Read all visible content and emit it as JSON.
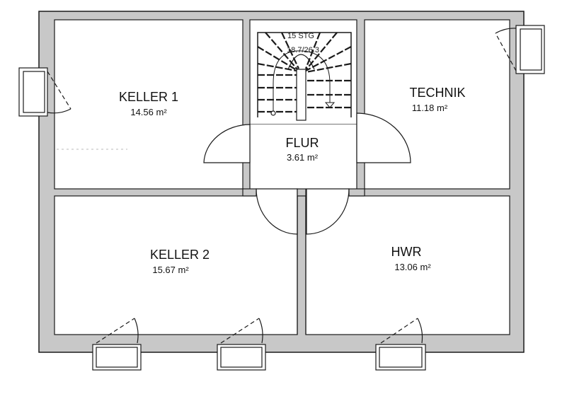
{
  "rooms": {
    "keller1": {
      "name": "KELLER 1",
      "area": "14.56 m²"
    },
    "technik": {
      "name": "TECHNIK",
      "area": "11.18 m²"
    },
    "flur": {
      "name": "FLUR",
      "area": "3.61 m²"
    },
    "keller2": {
      "name": "KELLER 2",
      "area": "15.67 m²"
    },
    "hwr": {
      "name": "HWR",
      "area": "13.06 m²"
    }
  },
  "stair": {
    "steps": "15 STG",
    "ratio": "18.7/26.3"
  },
  "colors": {
    "wall": "#c8c8c8",
    "line": "#1a1a1a",
    "background": "#ffffff"
  }
}
